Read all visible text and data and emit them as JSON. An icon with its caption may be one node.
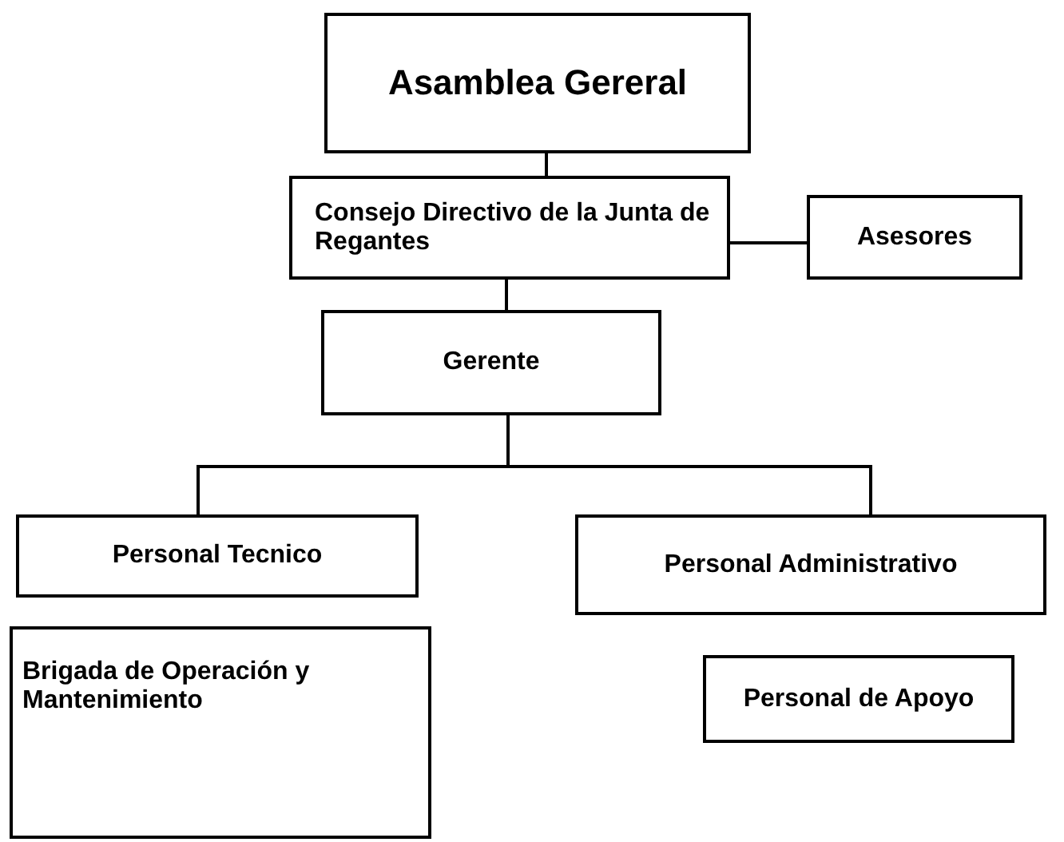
{
  "diagram": {
    "nodes": [
      {
        "text": [
          "Asamblea Gereral"
        ]
      },
      {
        "text": [
          "Consejo Directivo de la Junta de Regantes"
        ]
      },
      {
        "text": [
          "Asesores"
        ]
      },
      {
        "text": [
          "Gerente"
        ]
      },
      {
        "text": [
          "Personal Tecnico"
        ]
      },
      {
        "text": [
          "Personal Administrativo"
        ]
      },
      {
        "text": [
          "Brigada de Operación y Mantenimiento"
        ]
      },
      {
        "text": [
          "Personal de Apoyo"
        ]
      }
    ],
    "edges": [
      {
        "from": 0,
        "to": 1,
        "arrow": "none"
      },
      {
        "from": 1,
        "to": 2,
        "arrow": "none"
      },
      {
        "from": 1,
        "to": 3,
        "arrow": "none"
      },
      {
        "from": 3,
        "to": 4,
        "arrow": "none"
      },
      {
        "from": 3,
        "to": 5,
        "arrow": "none"
      }
    ]
  }
}
